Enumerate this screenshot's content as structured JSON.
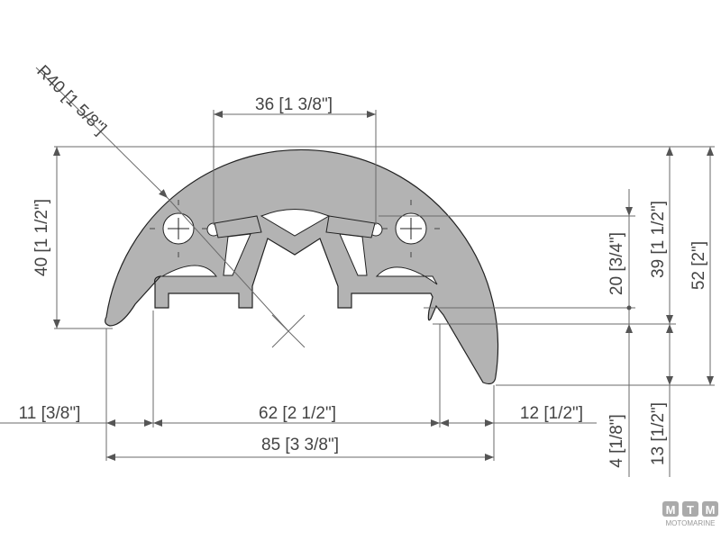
{
  "dimensions": {
    "radius": "R40 [1 5/8\"]",
    "top_width": "36 [1 3/8\"]",
    "left_height": "40 [1 1/2\"]",
    "right_height_20": "20 [3/4\"]",
    "right_height_39": "39 [1 1/2\"]",
    "right_height_52": "52 [2\"]",
    "left_offset": "11 [3/8\"]",
    "inner_width": "62 [2 1/2\"]",
    "right_offset": "12 [1/2\"]",
    "overall_width": "85 [3 3/8\"]",
    "lip_height_4": "4 [1/8\"]",
    "tip_height_13": "13 [1/2\"]"
  },
  "profile_color": "#b3b3b3",
  "logo": {
    "letters": [
      "M",
      "T",
      "M"
    ],
    "text": "MOTOMARINE"
  }
}
